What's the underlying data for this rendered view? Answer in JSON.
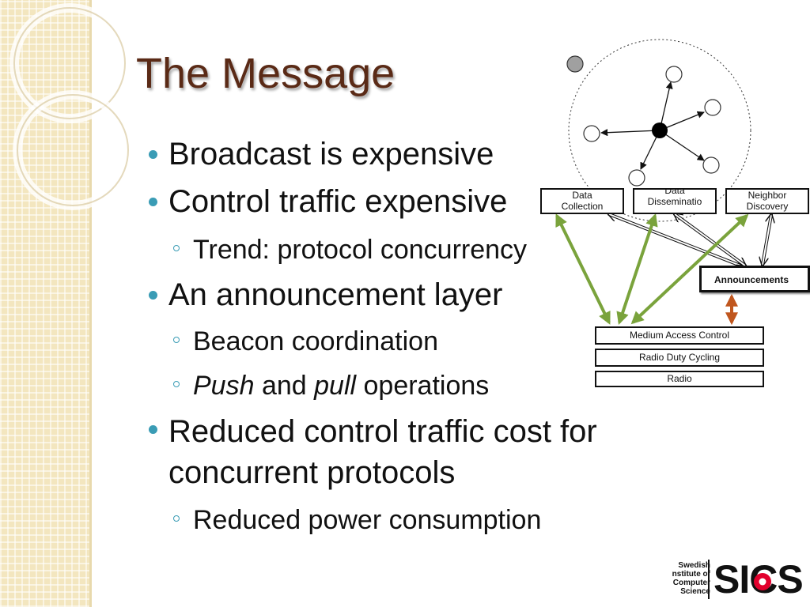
{
  "slide": {
    "title": "The Message",
    "bullets": [
      {
        "level": 1,
        "text": "Broadcast is expensive"
      },
      {
        "level": 1,
        "text": "Control traffic expensive"
      },
      {
        "level": 2,
        "text": "Trend: protocol concurrency"
      },
      {
        "level": 1,
        "text": "An announcement layer"
      },
      {
        "level": 2,
        "text": "Beacon coordination"
      },
      {
        "level": 2,
        "parts": {
          "push": "Push",
          "and": " and ",
          "pull": "pull",
          "rest": " operations"
        }
      },
      {
        "level": 1,
        "text": "Reduced control traffic cost for concurrent protocols"
      },
      {
        "level": 2,
        "text": "Reduced power consumption"
      }
    ]
  },
  "diagram": {
    "protocols": {
      "data_collection": "Data Collection",
      "data_dissemination": "Data Disseminatio",
      "neighbor_discovery": "Neighbor Discovery"
    },
    "announcements": "Announcements",
    "stack": {
      "mac": "Medium Access Control",
      "duty_cycling": "Radio Duty Cycling",
      "radio": "Radio"
    },
    "colors": {
      "green_arrow": "#7aa33c",
      "orange_arrow": "#c0561e",
      "bullet": "#3a9cb5",
      "title": "#5a2a16",
      "logo_red": "#e2002d"
    }
  },
  "logo": {
    "lines": [
      "Swedish",
      "nstitute of",
      "Computer",
      "Science"
    ],
    "word": "SICS"
  }
}
